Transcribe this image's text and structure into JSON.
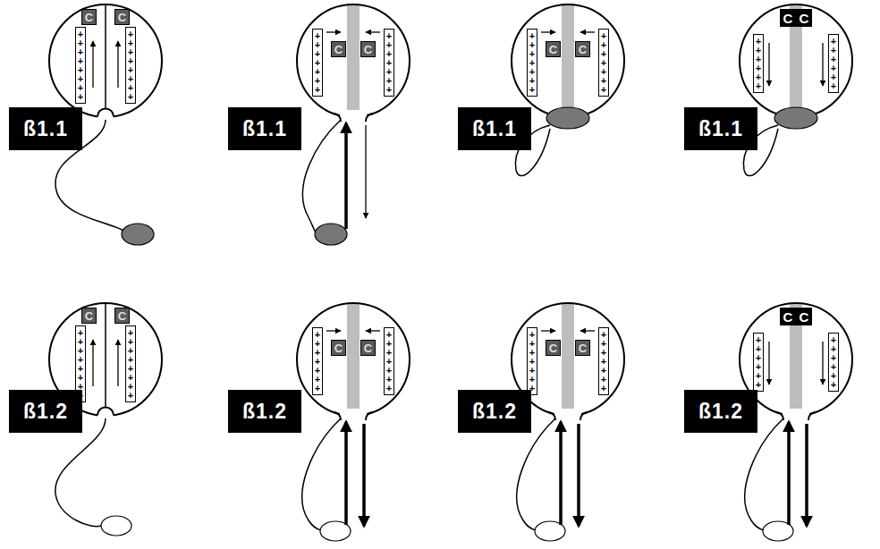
{
  "diagram": {
    "nodes": [
      {
        "text": [
          "C"
        ]
      },
      {
        "text": [
          "+ + + + + + + +"
        ]
      },
      {
        "text": [
          "C"
        ]
      },
      {
        "text": [
          "+ + + + + + + +"
        ]
      },
      {
        "text": [
          "ß1.1"
        ]
      },
      {
        "text": [
          "C"
        ]
      },
      {
        "text": [
          "+ + + + + + +"
        ]
      },
      {
        "text": [
          "C"
        ]
      },
      {
        "text": [
          "+ + + + + + +"
        ]
      },
      {
        "text": [
          "ß1.1"
        ]
      },
      {
        "text": [
          "C"
        ]
      },
      {
        "text": [
          "+ + + + + + +"
        ]
      },
      {
        "text": [
          "C"
        ]
      },
      {
        "text": [
          "+ + + + + + +"
        ]
      },
      {
        "text": [
          "ß1.1"
        ]
      },
      {
        "text": [
          "C"
        ]
      },
      {
        "text": [
          "+ + + + + +"
        ]
      },
      {
        "text": [
          "C"
        ]
      },
      {
        "text": [
          "+ + + + + +"
        ]
      },
      {
        "text": [
          "ß1.1"
        ]
      },
      {
        "text": [
          "C"
        ]
      },
      {
        "text": [
          "+ + + + + + + +"
        ]
      },
      {
        "text": [
          "C"
        ]
      },
      {
        "text": [
          "+ + + + + + + +"
        ]
      },
      {
        "text": [
          "ß1.2"
        ]
      },
      {
        "text": [
          "C"
        ]
      },
      {
        "text": [
          "+ + + + + + +"
        ]
      },
      {
        "text": [
          "C"
        ]
      },
      {
        "text": [
          "+ + + + + + +"
        ]
      },
      {
        "text": [
          "ß1.2"
        ]
      },
      {
        "text": [
          "C"
        ]
      },
      {
        "text": [
          "+ + + + + + +"
        ]
      },
      {
        "text": [
          "C"
        ]
      },
      {
        "text": [
          "+ + + + + + +"
        ]
      },
      {
        "text": [
          "ß1.2"
        ]
      },
      {
        "text": [
          "C"
        ]
      },
      {
        "text": [
          "+ + + + + +"
        ]
      },
      {
        "text": [
          "C"
        ]
      },
      {
        "text": [
          "+ + + + + +"
        ]
      },
      {
        "text": [
          "ß1.2"
        ]
      }
    ]
  }
}
